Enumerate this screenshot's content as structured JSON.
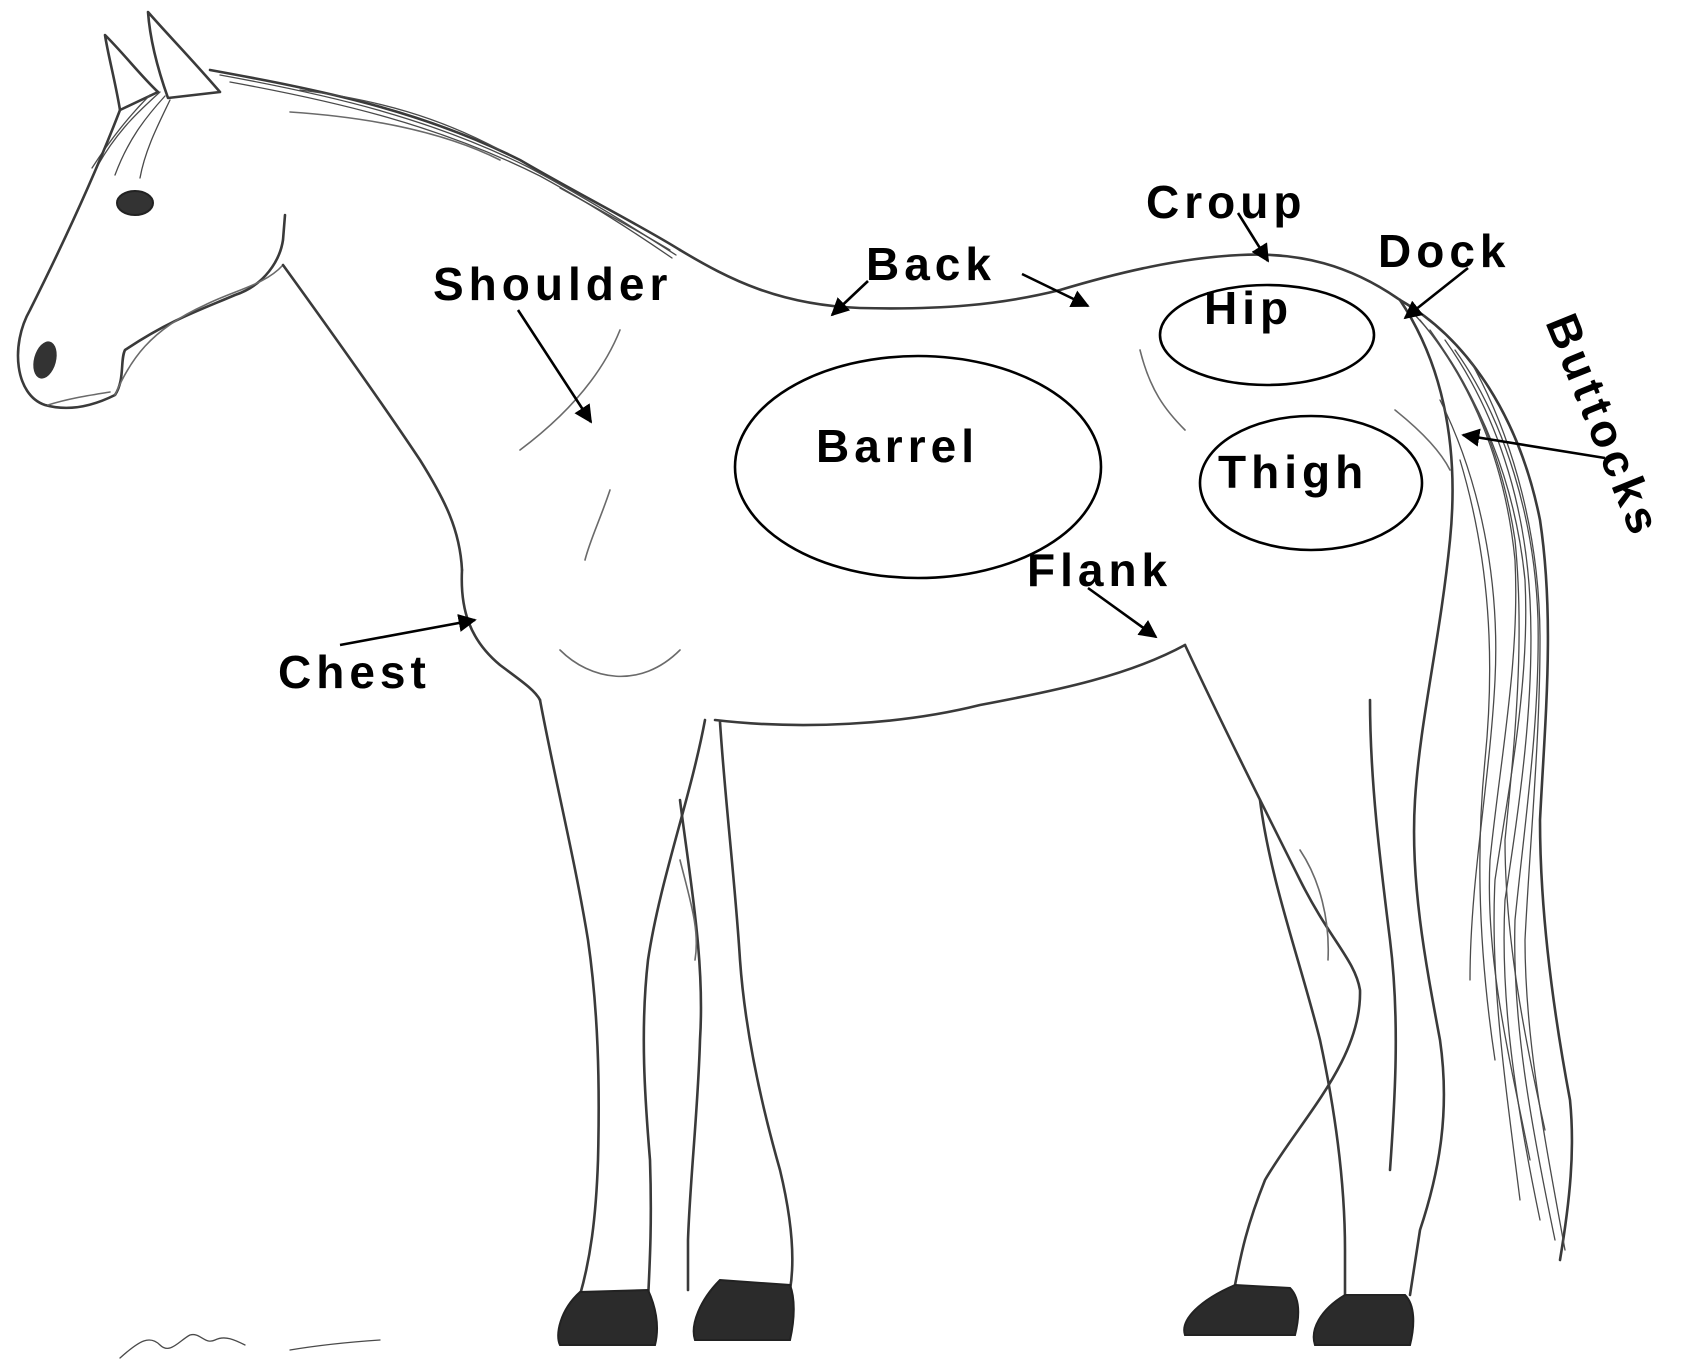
{
  "labels": {
    "shoulder": "Shoulder",
    "back": "Back",
    "croup": "Croup",
    "dock": "Dock",
    "hip": "Hip",
    "barrel": "Barrel",
    "thigh": "Thigh",
    "buttocks": "Buttocks",
    "flank": "Flank",
    "chest": "Chest"
  },
  "colors": {
    "outline": "#3a3a3a",
    "label": "#000000",
    "hoof": "#2b2b2b"
  }
}
